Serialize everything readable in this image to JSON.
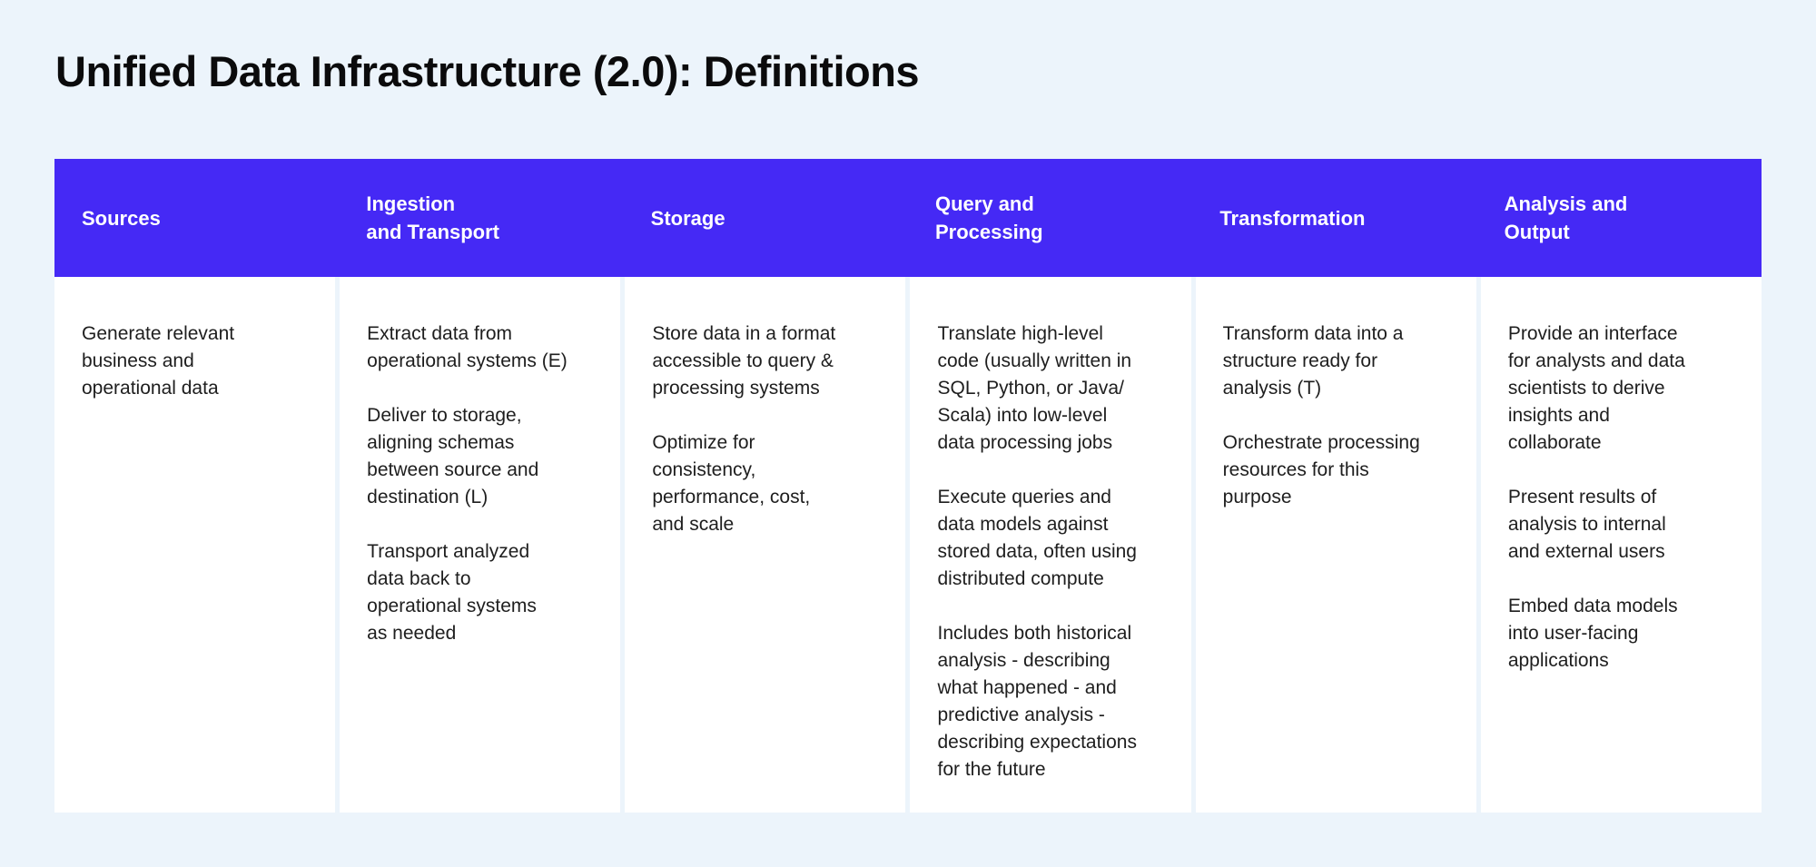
{
  "slide": {
    "title": "Unified Data Infrastructure (2.0): Definitions"
  },
  "theme": {
    "background": "#ecf4fb",
    "header_bg": "#4529f5",
    "header_text": "#ffffff",
    "body_text": "#1e1e1e",
    "title_text": "#0b0b0c",
    "cell_bg": "#ffffff"
  },
  "table": {
    "columns": [
      {
        "header": "Sources",
        "paragraphs": [
          "Generate relevant\nbusiness and\noperational data"
        ]
      },
      {
        "header": "Ingestion\nand Transport",
        "paragraphs": [
          "Extract data from\noperational systems (E)",
          "Deliver to storage,\naligning schemas\nbetween source and\ndestination (L)",
          "Transport analyzed\ndata back to\noperational systems\nas needed"
        ]
      },
      {
        "header": "Storage",
        "paragraphs": [
          "Store data in a format\naccessible to query &\nprocessing systems",
          "Optimize for\nconsistency,\nperformance, cost,\nand scale"
        ]
      },
      {
        "header": "Query and\nProcessing",
        "paragraphs": [
          "Translate high-level\ncode (usually written in\nSQL, Python, or Java/\nScala) into low-level\ndata processing jobs",
          "Execute queries and\ndata models against\nstored data, often using\ndistributed compute",
          "Includes both historical\nanalysis - describing\nwhat happened - and\npredictive analysis -\ndescribing expectations\nfor the future"
        ]
      },
      {
        "header": "Transformation",
        "paragraphs": [
          "Transform data into a\nstructure ready for\nanalysis (T)",
          "Orchestrate processing\nresources for this\npurpose"
        ]
      },
      {
        "header": "Analysis and\nOutput",
        "paragraphs": [
          "Provide an interface\nfor analysts and data\nscientists to derive\ninsights and\ncollaborate",
          "Present results of\nanalysis to internal\nand external users",
          "Embed data models\ninto user-facing\napplications"
        ]
      }
    ]
  }
}
